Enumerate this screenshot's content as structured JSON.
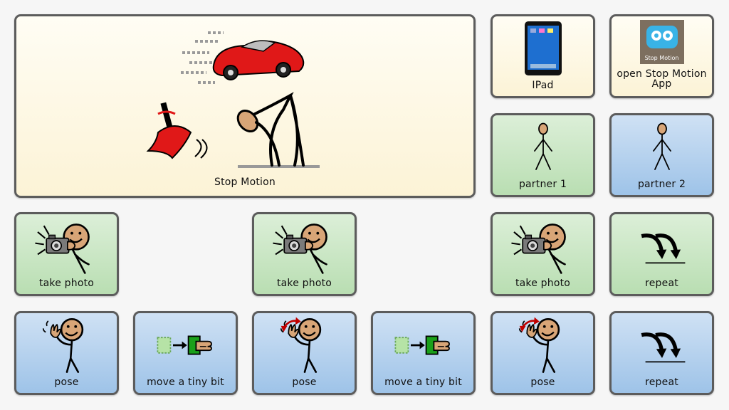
{
  "board": {
    "title_cell": {
      "label": "Stop Motion",
      "icon": "stop-motion-scene-icon"
    },
    "ipad": {
      "label": "IPad",
      "icon": "ipad-icon"
    },
    "open_app": {
      "label": "open Stop Motion App",
      "icon": "stop-motion-app-icon",
      "icon_text": "Stop Motion"
    },
    "partner1": {
      "label": "partner 1",
      "icon": "stick-person-icon"
    },
    "partner2": {
      "label": "partner 2",
      "icon": "stick-person-icon"
    },
    "take_photo": {
      "label": "take photo",
      "icon": "camera-person-icon"
    },
    "repeat": {
      "label": "repeat",
      "icon": "repeat-arrows-icon"
    },
    "pose": {
      "label": "pose",
      "icon": "waving-person-icon"
    },
    "move": {
      "label": "move a tiny bit",
      "icon": "move-object-icon"
    }
  },
  "colors": {
    "cream": "#fcf3d6",
    "green": "#b9deb2",
    "blue": "#9ec3e8",
    "border": "#5c5c5c"
  }
}
